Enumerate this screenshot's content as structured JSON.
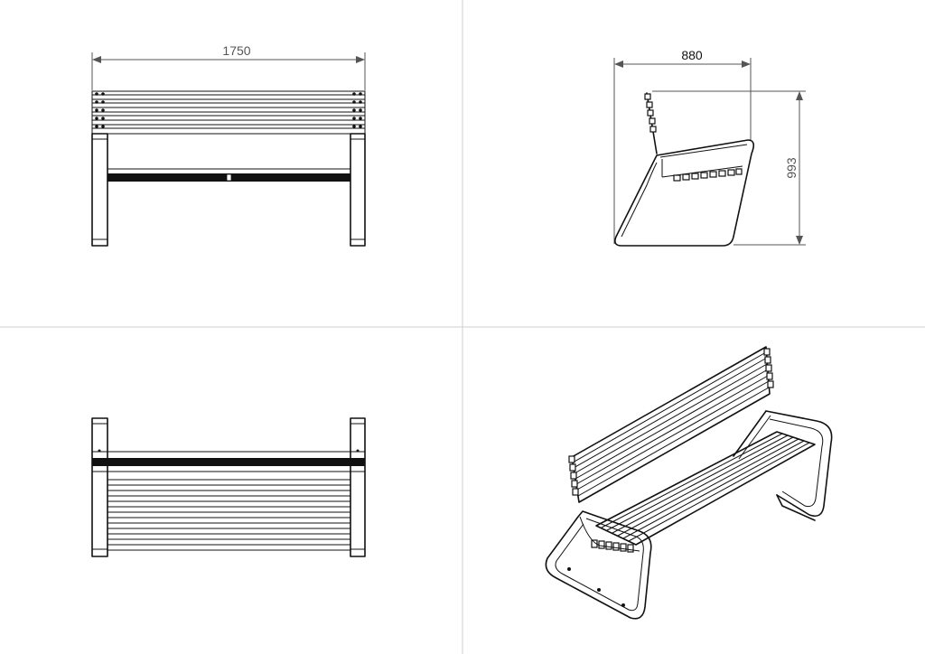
{
  "dimensions": {
    "width": "1750",
    "depth": "880",
    "height": "993"
  },
  "colors": {
    "line": "#111111",
    "dimension": "#555555",
    "width_label": "#555555",
    "depth_label": "#111111",
    "height_label": "#555555",
    "grid": "#cfcfcf"
  }
}
